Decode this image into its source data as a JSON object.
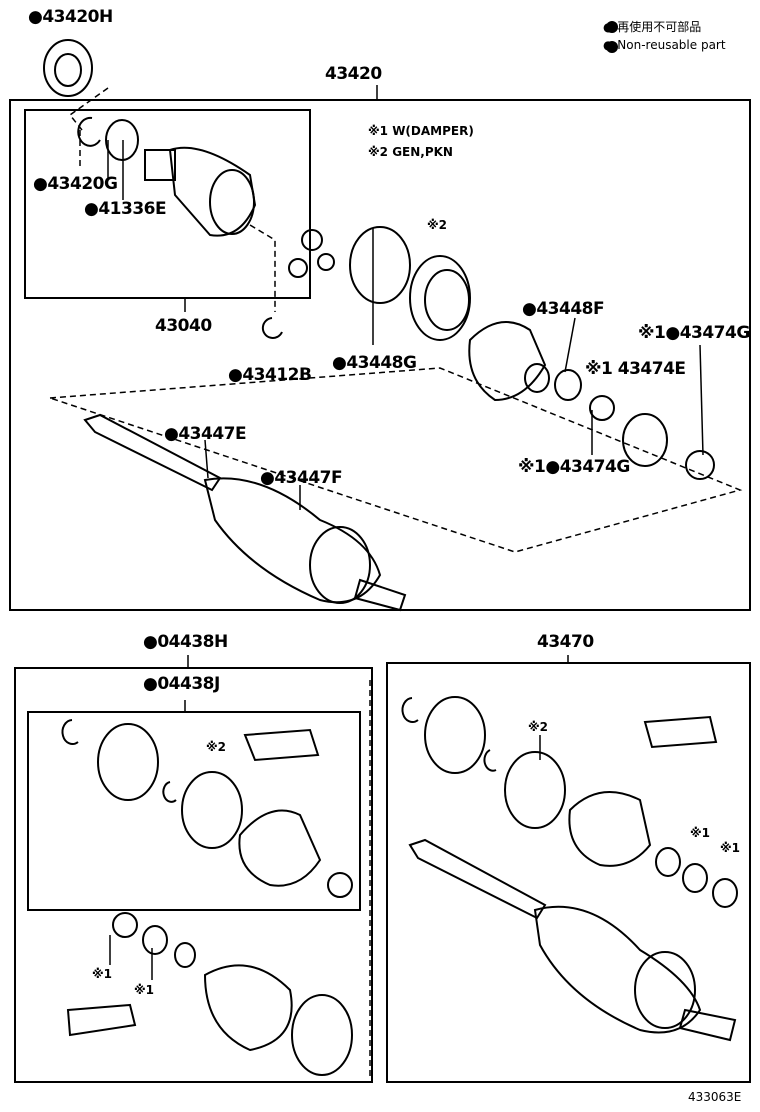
{
  "legend": {
    "line_jp": "● 再使用不可部品",
    "line_en": "● Non-reusable part"
  },
  "notes": {
    "note1": "※1 W(DAMPER)",
    "note2": "※2 GEN,PKN"
  },
  "labels": {
    "p43420H": "●43420H",
    "p43420": "43420",
    "p43420G": "●43420G",
    "p41336E": "●41336E",
    "p43040": "43040",
    "p43412B": "●43412B",
    "p43448G": "●43448G",
    "mark2a": "※2",
    "p43448F": "●43448F",
    "p43474G_top": "※1●43474G",
    "p43474E": "※1 43474E",
    "p43447E": "●43447E",
    "p43447F": "●43447F",
    "p43474G_low": "※1●43474G",
    "p04438H": "●04438H",
    "p04438J": "●04438J",
    "p43470": "43470",
    "mark2b": "※2",
    "mark2c": "※2",
    "mark1a": "※1",
    "mark1b": "※1",
    "mark1c": "※1",
    "mark1d": "※1"
  },
  "figure_id": "433063E"
}
